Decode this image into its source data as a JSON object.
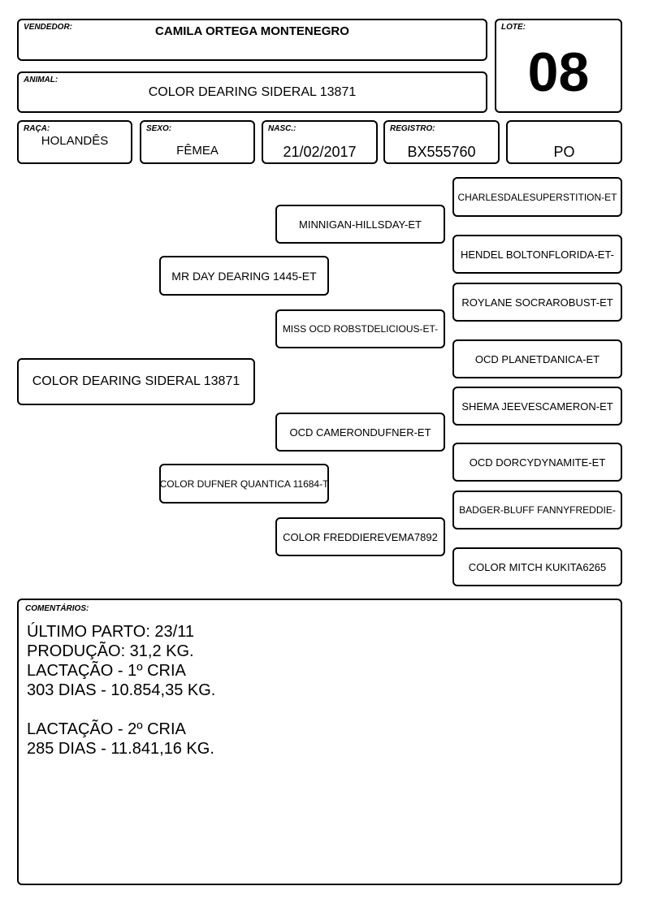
{
  "header": {
    "vendedor": {
      "label": "VENDEDOR:",
      "value": "CAMILA ORTEGA MONTENEGRO"
    },
    "lote": {
      "label": "LOTE:",
      "value": "08"
    },
    "animal": {
      "label": "ANIMAL:",
      "value": "COLOR DEARING SIDERAL 13871"
    },
    "raca": {
      "label": "RAÇA:",
      "value": "HOLANDÊS"
    },
    "sexo": {
      "label": "SEXO:",
      "value": "FÊMEA"
    },
    "nasc": {
      "label": "NASC.:",
      "value": "21/02/2017"
    },
    "registro": {
      "label": "REGISTRO:",
      "value": "BX555760"
    },
    "grau": {
      "value": "PO"
    }
  },
  "pedigree": {
    "animal": "COLOR DEARING SIDERAL 13871",
    "sire": "MR DAY DEARING 1445-ET",
    "dam": "COLOR DUFNER QUANTICA 11684-T",
    "paternal_grandsire": "MINNIGAN-HILLSDAY-ET",
    "paternal_granddam": "MISS OCD ROBSTDELICIOUS-ET-",
    "maternal_grandsire": "OCD CAMERONDUFNER-ET",
    "maternal_granddam": "COLOR FREDDIEREVEMA7892",
    "great_grandparents": [
      "CHARLESDALESUPERSTITION-ET",
      "HENDEL BOLTONFLORIDA-ET-",
      "ROYLANE SOCRAROBUST-ET",
      "OCD PLANETDANICA-ET",
      "SHEMA JEEVESCAMERON-ET",
      "OCD DORCYDYNAMITE-ET",
      "BADGER-BLUFF FANNYFREDDIE-",
      "COLOR MITCH KUKITA6265"
    ]
  },
  "comments": {
    "label": "COMENTÁRIOS:",
    "text": "ÚLTIMO PARTO: 23/11\nPRODUÇÃO: 31,2 KG.\nLACTAÇÃO - 1º CRIA\n303 DIAS - 10.854,35 KG.\n\nLACTAÇÃO - 2º CRIA\n285 DIAS - 11.841,16 KG."
  }
}
